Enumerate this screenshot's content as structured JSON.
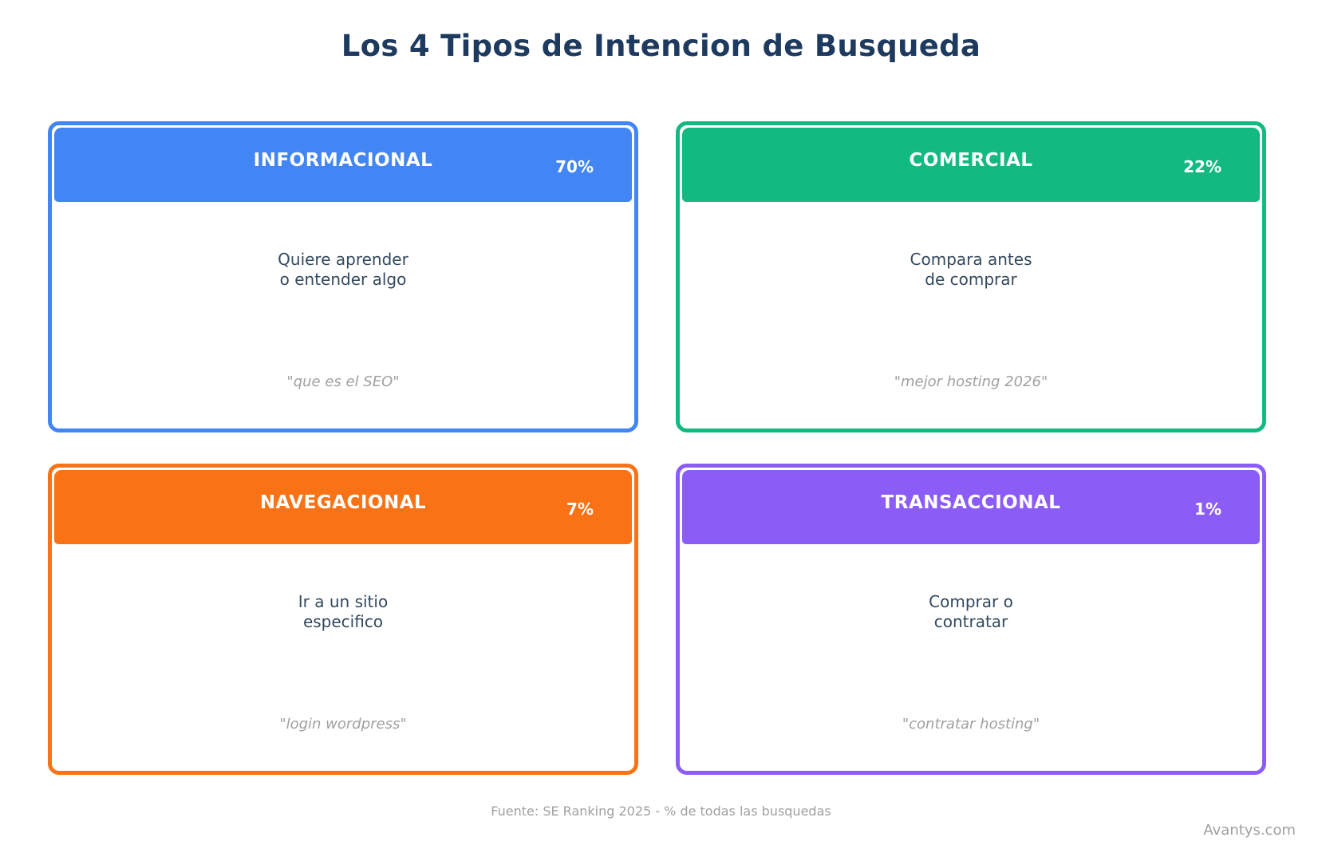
{
  "title": "Los 4 Tipos de Intencion de Busqueda",
  "colors": {
    "title": "#1e3a5f",
    "informacional": "#4285f4",
    "comercial": "#12b981",
    "navegacional": "#f97316",
    "transaccional": "#8b5cf6"
  },
  "cards": [
    {
      "name": "INFORMACIONAL",
      "percent": "70%",
      "desc_line1": "Quiere aprender",
      "desc_line2": "o entender algo",
      "example": "\"que es el SEO\""
    },
    {
      "name": "COMERCIAL",
      "percent": "22%",
      "desc_line1": "Compara antes",
      "desc_line2": "de comprar",
      "example": "\"mejor hosting 2026\""
    },
    {
      "name": "NAVEGACIONAL",
      "percent": "7%",
      "desc_line1": "Ir a un sitio",
      "desc_line2": "especifico",
      "example": "\"login wordpress\""
    },
    {
      "name": "TRANSACCIONAL",
      "percent": "1%",
      "desc_line1": "Comprar o",
      "desc_line2": "contratar",
      "example": "\"contratar hosting\""
    }
  ],
  "footer": {
    "source": "Fuente: SE Ranking 2025 - % de todas las busquedas",
    "brand": "Avantys.com"
  }
}
